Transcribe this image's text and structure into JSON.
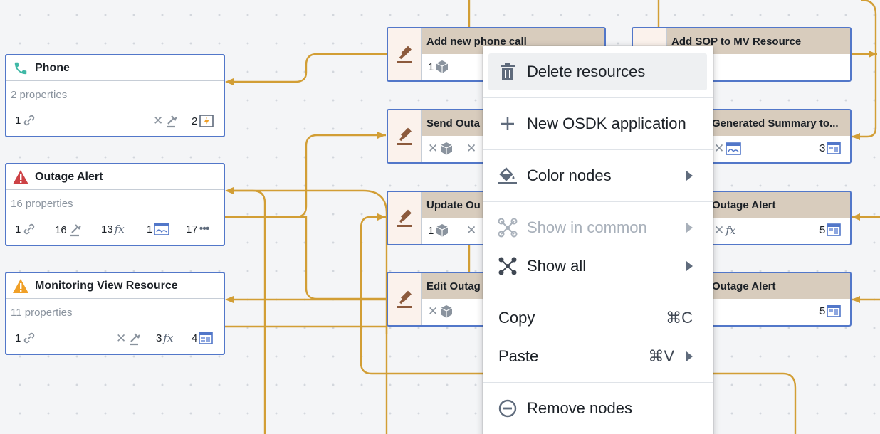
{
  "object_nodes": [
    {
      "id": "phone",
      "title": "Phone",
      "properties": "2 properties",
      "icon": "phone-icon",
      "stats": {
        "links": "1",
        "actions": "",
        "rules": "2"
      }
    },
    {
      "id": "outage",
      "title": "Outage Alert",
      "properties": "16 properties",
      "icon": "warning-red-icon",
      "stats": {
        "links": "1",
        "actions": "16",
        "functions": "13",
        "views": "1",
        "more": "17"
      }
    },
    {
      "id": "monitor",
      "title": "Monitoring View Resource",
      "properties": "11 properties",
      "icon": "warning-orange-icon",
      "stats": {
        "links": "1",
        "actions": "",
        "functions": "3",
        "apps": "4"
      }
    }
  ],
  "action_nodes": [
    {
      "title": "Add new phone call",
      "objects": "1"
    },
    {
      "title": "Send Outa",
      "objects": ""
    },
    {
      "title": "Update Ou",
      "objects": "1"
    },
    {
      "title": "Edit Outag",
      "objects": ""
    },
    {
      "title": "Add SOP to MV Resource"
    },
    {
      "title": "Generated Summary to...",
      "apps": "3"
    },
    {
      "title": "Outage Alert",
      "apps": "5"
    },
    {
      "title": "Outage Alert",
      "apps": "5"
    }
  ],
  "context_menu": {
    "delete": "Delete resources",
    "new_osdk": "New OSDK application",
    "color_nodes": "Color nodes",
    "show_in_common": "Show in common",
    "show_all": "Show all",
    "copy": "Copy",
    "copy_shortcut": "⌘C",
    "paste": "Paste",
    "paste_shortcut": "⌘V",
    "remove_nodes": "Remove nodes"
  },
  "colors": {
    "edge": "#d29e35",
    "node_border": "#5277c9",
    "action_header": "#d8ccbd",
    "action_side": "#fbf2ec",
    "phone_icon": "#3fb8a6",
    "alert_red": "#cd4246",
    "alert_orange": "#f0a028",
    "gavel": "#8c5a3c"
  }
}
